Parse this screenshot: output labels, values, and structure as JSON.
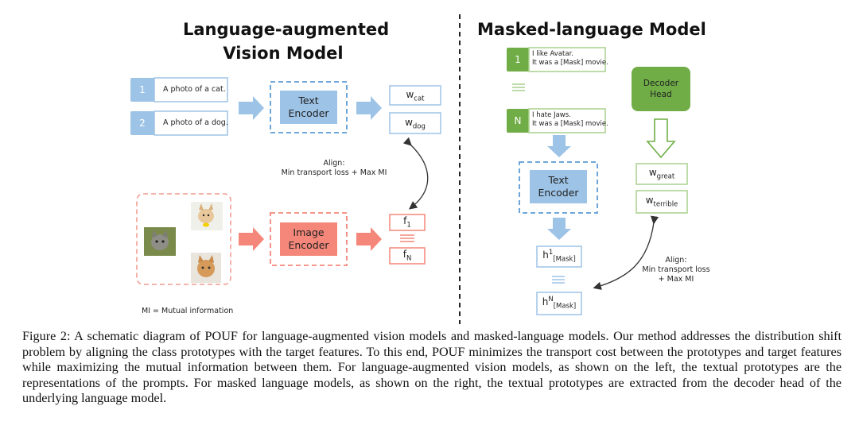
{
  "left": {
    "title_line1": "Language-augmented",
    "title_line2": "Vision Model",
    "prompts": [
      {
        "num": "1",
        "text": "A photo of a cat."
      },
      {
        "num": "2",
        "text": "A photo of a dog."
      }
    ],
    "text_encoder": [
      "Text",
      "Encoder"
    ],
    "image_encoder": [
      "Image",
      "Encoder"
    ],
    "w_outputs": [
      {
        "base": "w",
        "sub": "cat"
      },
      {
        "base": "w",
        "sub": "dog"
      }
    ],
    "f_outputs": [
      {
        "base": "f",
        "sub": "1"
      },
      {
        "base": "f",
        "sub": "N"
      }
    ],
    "align_line1": "Align:",
    "align_line2": "Min transport loss + Max MI",
    "mi_note": "MI = Mutual information"
  },
  "right": {
    "title": "Masked-language Model",
    "prompts": [
      {
        "num": "1",
        "line1": "I like Avatar.",
        "line2": "It was a [Mask] movie."
      },
      {
        "num": "N",
        "line1": "I hate Jaws.",
        "line2": "It was a [Mask] movie."
      }
    ],
    "text_encoder": [
      "Text",
      "Encoder"
    ],
    "decoder_head": [
      "Decoder",
      "Head"
    ],
    "w_outputs": [
      {
        "base": "w",
        "sub": "great"
      },
      {
        "base": "w",
        "sub": "terrible"
      }
    ],
    "h_outputs": [
      {
        "base": "h",
        "sup": "1",
        "sub": "[Mask]"
      },
      {
        "base": "h",
        "sup": "N",
        "sub": "[Mask]"
      }
    ],
    "align_line1": "Align:",
    "align_line2": "Min transport loss",
    "align_line3": "+ Max MI"
  },
  "caption": "Figure 2: A schematic diagram of POUF for language-augmented vision models and masked-language models. Our method addresses the distribution shift problem by aligning the class prototypes with the target features. To this end, POUF minimizes the transport cost between the prototypes and target features while maximizing the mutual information between them. For language-augmented vision models, as shown on the left, the textual prototypes are the representations of the prompts. For masked language models, as shown on the right, the textual prototypes are extracted from the decoder head of the underlying language model.",
  "colors": {
    "blue_box": "#9dc3e6",
    "blue_dash": "#5b9bd5",
    "red_box": "#f4877a",
    "red_dash": "#f4a99e",
    "green": "#70ad47",
    "green_border": "#a9d18e"
  }
}
